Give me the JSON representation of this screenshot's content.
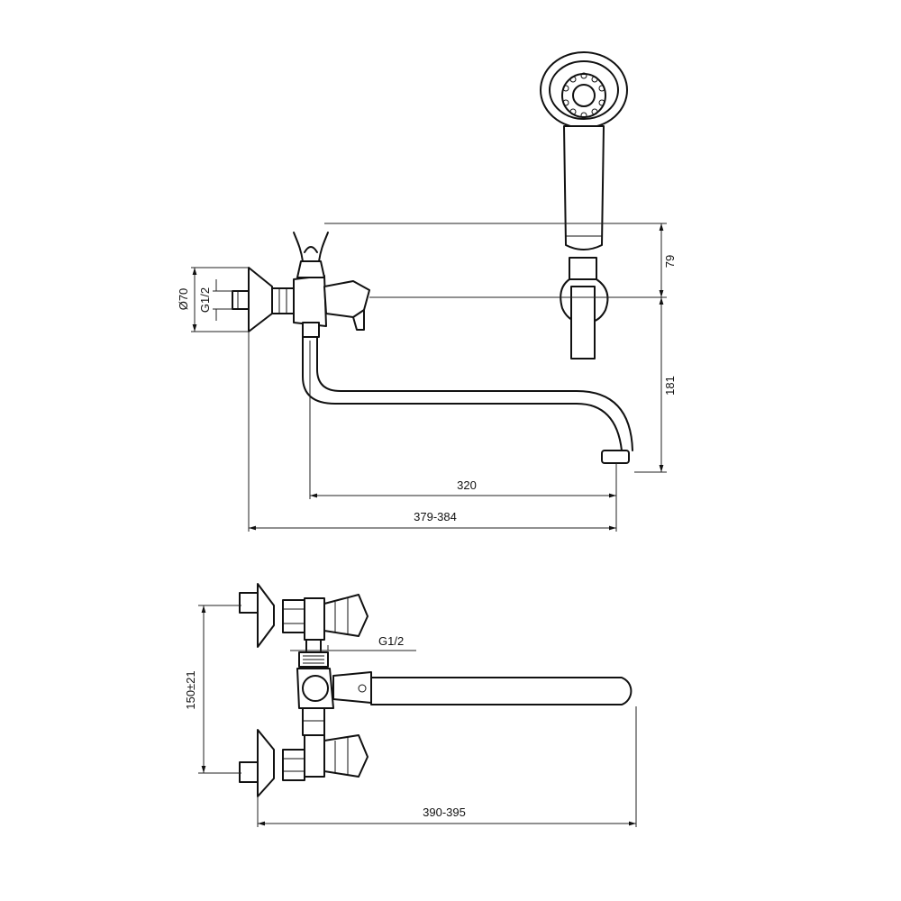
{
  "dimensions": {
    "top_view": {
      "flange_diameter": "Ø70",
      "thread": "G1/2",
      "shower_height": "79",
      "spout_height": "181",
      "spout_length": "320",
      "total_length": "379-384"
    },
    "bottom_view": {
      "thread": "G1/2",
      "center_distance": "150±21",
      "total_length": "390-395"
    }
  }
}
